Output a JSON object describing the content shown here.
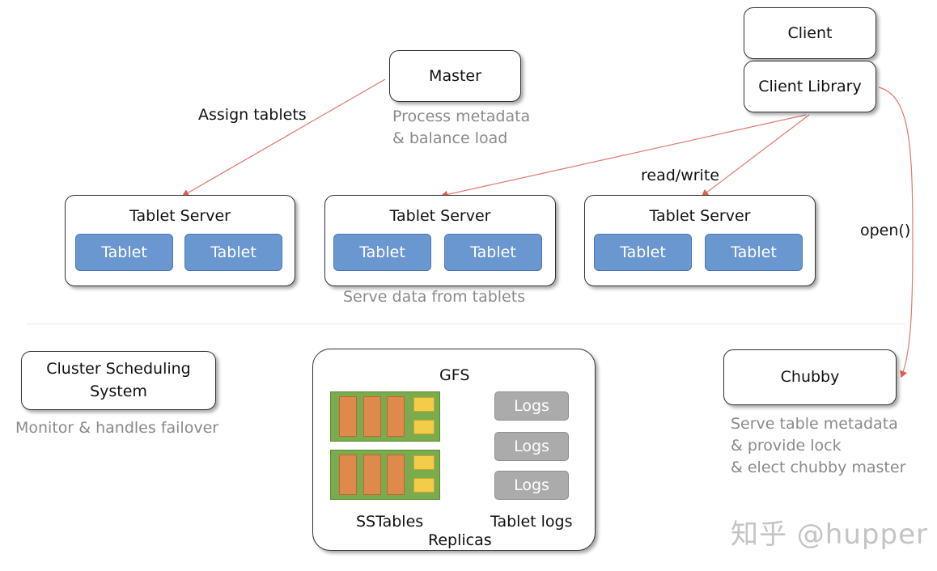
{
  "master": {
    "title": "Master",
    "note_line1": "Process metadata",
    "note_line2": "& balance load"
  },
  "client": {
    "title": "Client",
    "library": "Client Library"
  },
  "edges": {
    "assign": "Assign tablets",
    "read_write": "read/write",
    "open": "open()"
  },
  "tablet_servers": [
    {
      "title": "Tablet Server",
      "tablets": [
        "Tablet",
        "Tablet"
      ]
    },
    {
      "title": "Tablet Server",
      "tablets": [
        "Tablet",
        "Tablet"
      ]
    },
    {
      "title": "Tablet Server",
      "tablets": [
        "Tablet",
        "Tablet"
      ]
    }
  ],
  "servers_note": "Serve data from tablets",
  "cluster": {
    "line1": "Cluster Scheduling",
    "line2": "System",
    "note": "Monitor & handles failover"
  },
  "gfs": {
    "title": "GFS",
    "logs": [
      "Logs",
      "Logs",
      "Logs"
    ],
    "sstables_label": "SSTables",
    "tablet_logs_label": "Tablet logs",
    "replicas_label": "Replicas"
  },
  "chubby": {
    "title": "Chubby",
    "note_line1": "Serve table metadata",
    "note_line2": "& provide lock",
    "note_line3": "& elect chubby master"
  },
  "watermark": "知乎 @hupper",
  "colors": {
    "tablet_fill": "#6b97d0",
    "arrow": "#e07a6e",
    "note_text": "#8a8a8a",
    "logs_fill": "#ababab",
    "sstable_fill": "#7aab4d",
    "sstable_cell": "#df8a4c",
    "sstable_small": "#f3cd4a"
  }
}
